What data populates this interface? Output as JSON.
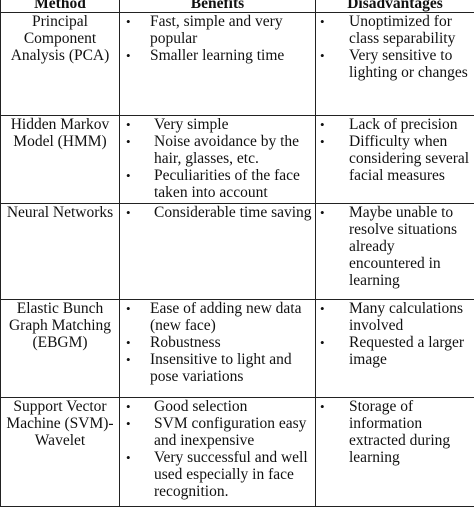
{
  "headers": [
    "Method",
    "Benefits",
    "Disadvantages"
  ],
  "rows": [
    {
      "method": "Principal Component Analysis (PCA)",
      "benefits": [
        "Fast, simple and very popular",
        "Smaller learning time"
      ],
      "disadvantages": [
        "Unoptimized for class separability",
        "Very sensitive to lighting or changes"
      ]
    },
    {
      "method": "Hidden Markov Model (HMM)",
      "benefits": [
        "Very simple",
        "Noise avoidance by the hair, glasses, etc.",
        "Peculiarities of the face taken into account"
      ],
      "disadvantages": [
        "Lack of precision",
        "Difficulty when considering several facial measures"
      ]
    },
    {
      "method": "Neural Networks",
      "benefits": [
        "Considerable time saving"
      ],
      "disadvantages": [
        "Maybe unable to resolve situations already encountered in learning"
      ]
    },
    {
      "method": "Elastic Bunch Graph Matching (EBGM)",
      "benefits": [
        "Ease of adding new data (new face)",
        "Robustness",
        "Insensitive to light and pose variations"
      ],
      "disadvantages": [
        "Many calculations involved",
        "Requested a larger image"
      ]
    },
    {
      "method": "Support Vector Machine (SVM)-Wavelet",
      "benefits": [
        "Good selection",
        "SVM configuration easy and inexpensive",
        "Very successful and well used especially in face recognition."
      ],
      "disadvantages": [
        "Storage of information extracted during learning"
      ]
    }
  ],
  "bullet_glyph": "•"
}
